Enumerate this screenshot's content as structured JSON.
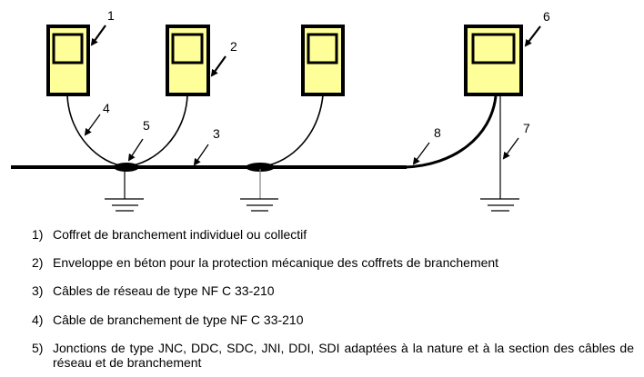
{
  "diagram": {
    "title": "Schéma de raccordement des coffrets de branchement au réseau",
    "colors": {
      "box_fill": "#FFFF99",
      "stroke": "#000000",
      "ground_gray": "#808080"
    },
    "boxes": [
      {
        "id": "box-1",
        "label": "coffret-individuel"
      },
      {
        "id": "box-2",
        "label": "coffret-beton"
      },
      {
        "id": "box-3",
        "label": "coffret"
      },
      {
        "id": "box-6",
        "label": "coffret-6"
      }
    ],
    "callouts": [
      {
        "number": "1"
      },
      {
        "number": "2"
      },
      {
        "number": "3"
      },
      {
        "number": "4"
      },
      {
        "number": "5"
      },
      {
        "number": "6"
      },
      {
        "number": "7"
      },
      {
        "number": "8"
      }
    ]
  },
  "legend": [
    {
      "number": "1)",
      "text": "Coffret de branchement individuel ou collectif"
    },
    {
      "number": "2)",
      "text": "Enveloppe en béton pour la protection mécanique des coffrets de branchement"
    },
    {
      "number": "3)",
      "text": "Câbles de réseau de type NF C 33-210"
    },
    {
      "number": "4)",
      "text": "Câble de branchement de type NF C 33-210"
    },
    {
      "number": "5)",
      "text": "Jonctions de type JNC, DDC, SDC, JNI, DDI, SDI adaptées à la nature et à la section des câbles de réseau et de branchement"
    }
  ]
}
